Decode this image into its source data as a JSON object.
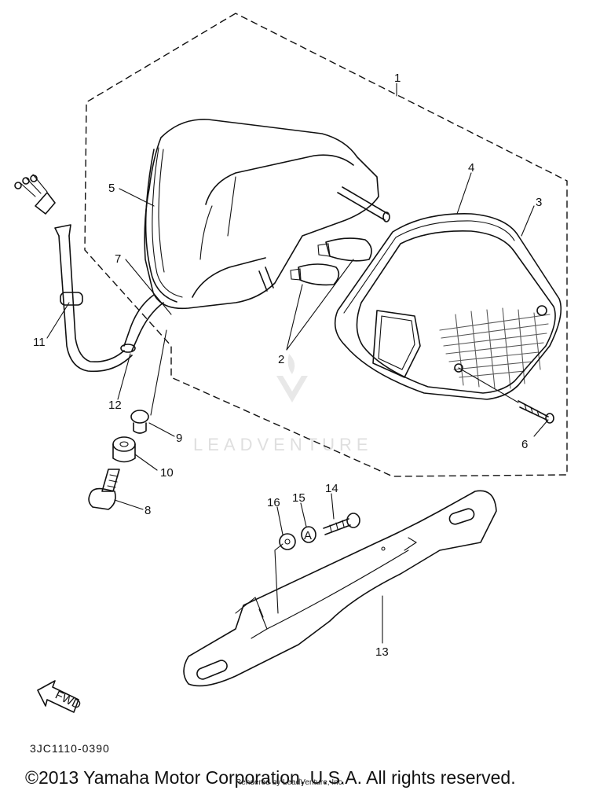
{
  "callouts": [
    {
      "id": "c1",
      "label": "1"
    },
    {
      "id": "c2",
      "label": "2"
    },
    {
      "id": "c3",
      "label": "3"
    },
    {
      "id": "c4",
      "label": "4"
    },
    {
      "id": "c5",
      "label": "5"
    },
    {
      "id": "c6",
      "label": "6"
    },
    {
      "id": "c7",
      "label": "7"
    },
    {
      "id": "c8",
      "label": "8"
    },
    {
      "id": "c9",
      "label": "9"
    },
    {
      "id": "c10",
      "label": "10"
    },
    {
      "id": "c11",
      "label": "11"
    },
    {
      "id": "c12",
      "label": "12"
    },
    {
      "id": "c13",
      "label": "13"
    },
    {
      "id": "c14",
      "label": "14"
    },
    {
      "id": "c15",
      "label": "15"
    },
    {
      "id": "c16",
      "label": "16"
    }
  ],
  "fwd_label": "FWD",
  "watermark": "LEADVENTURE",
  "reference_code": "3JC1110-0390",
  "copyright": "©2013 Yamaha Motor Corporation, U.S.A. All rights reserved.",
  "render_credit": "Rendered by LeadVenture, Inc."
}
